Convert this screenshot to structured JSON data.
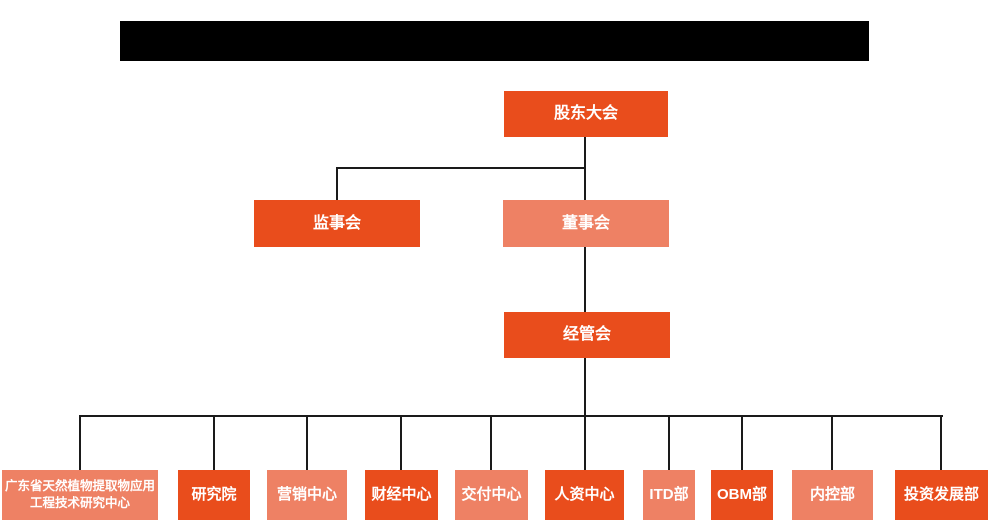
{
  "colors": {
    "primary_orange": "#E94D1C",
    "secondary_salmon": "#EE8164",
    "connector_line": "#1A1A1A",
    "redaction_bar": "#000000",
    "node_text": "#FFFFFF",
    "background": "#FFFFFF"
  },
  "header": {
    "redacted_title_present": true
  },
  "org": {
    "shareholders": {
      "label": "股东大会"
    },
    "supervisory": {
      "label": "监事会"
    },
    "board": {
      "label": "董事会"
    },
    "management": {
      "label": "经管会"
    },
    "departments": [
      {
        "label": "广东省天然植物提取物应用工程技术研究中心"
      },
      {
        "label": "研究院"
      },
      {
        "label": "营销中心"
      },
      {
        "label": "财经中心"
      },
      {
        "label": "交付中心"
      },
      {
        "label": "人资中心"
      },
      {
        "label": "ITD部"
      },
      {
        "label": "OBM部"
      },
      {
        "label": "内控部"
      },
      {
        "label": "投资发展部"
      }
    ]
  }
}
